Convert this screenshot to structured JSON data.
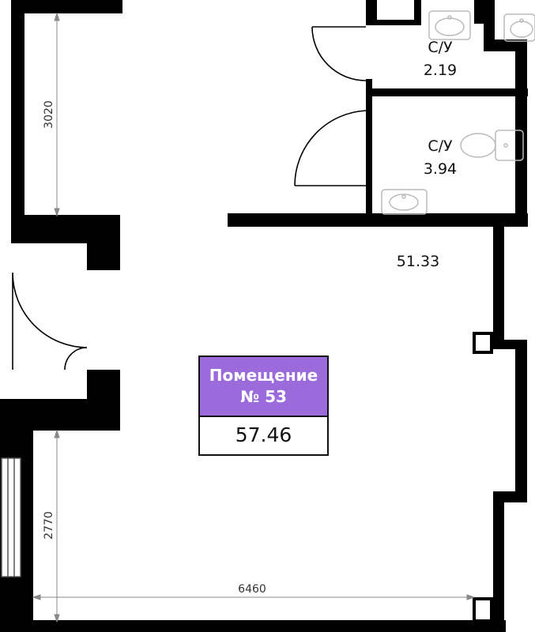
{
  "rooms": {
    "bathroom_top": {
      "name": "С/У",
      "area": "2.19"
    },
    "bathroom_mid": {
      "name": "С/У",
      "area": "3.94"
    },
    "main_area": "51.33"
  },
  "unit_badge": {
    "line1": "Помещение",
    "line2": "№ 53",
    "total_area": "57.46"
  },
  "dimensions": {
    "upper_left_height": "3020",
    "lower_left_height": "2770",
    "bottom_width": "6460"
  },
  "colors": {
    "wall": "#000000",
    "badge_header": "#9b6bdb",
    "fixture_stroke": "#bbbbbb",
    "dimension_line": "#888888"
  }
}
